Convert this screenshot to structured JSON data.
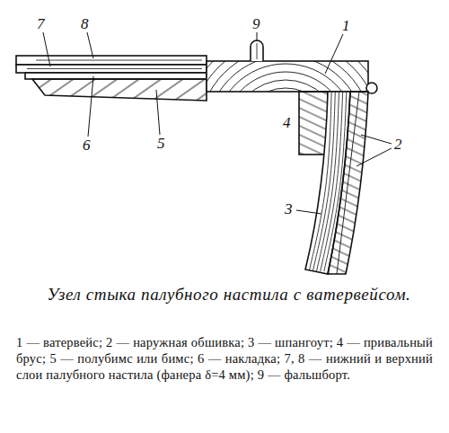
{
  "diagram": {
    "title": "Узел стыка палубного настила с ватервейсом.",
    "caption": "1 — ватервейс; 2 — наружная обшивка; 3 — шпангоут; 4 — привальный брус; 5 — полубимс или бимс; 6 — накладка; 7, 8 — нижний и верхний слои палубного настила (фанера δ=4 мм); 9 — фальшборт.",
    "labels": [
      "7",
      "8",
      "9",
      "1",
      "6",
      "5",
      "4",
      "2",
      "3"
    ]
  }
}
